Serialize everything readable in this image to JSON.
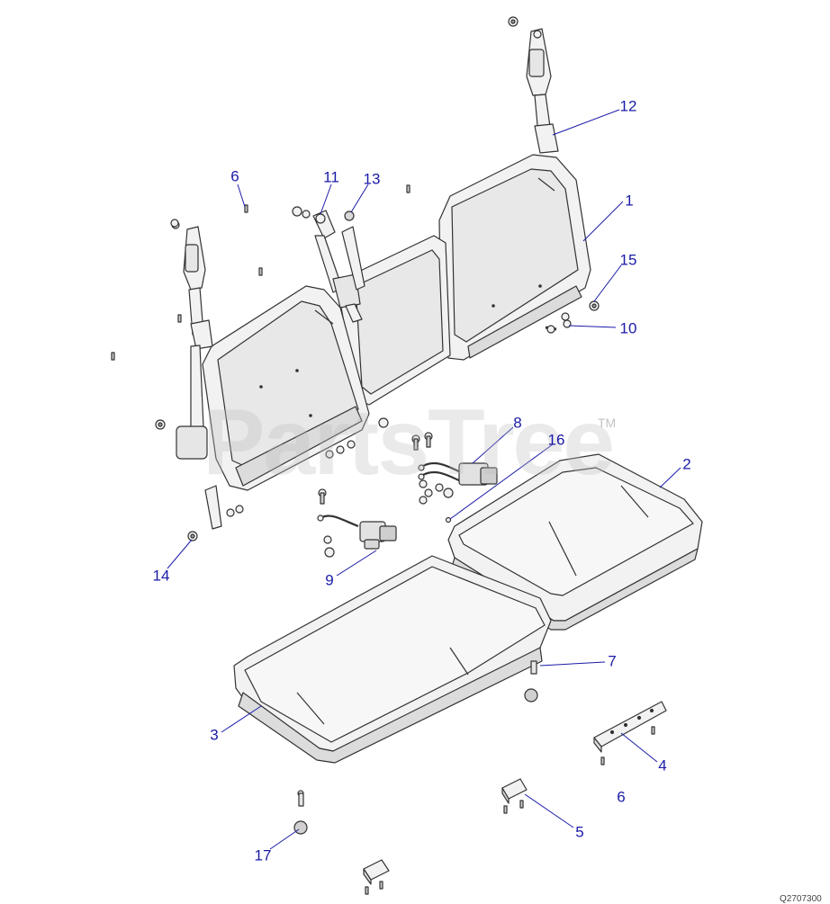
{
  "watermark": {
    "text": "PartsTree",
    "trademark": "TM"
  },
  "drawing_code": "Q2707300",
  "colors": {
    "callout": "#1a1aa8",
    "line": "#333333",
    "part_fill": "#f2f2f2",
    "shade": "#dcdcdc"
  },
  "callouts": [
    {
      "id": "c1",
      "number": "1"
    },
    {
      "id": "c2",
      "number": "2"
    },
    {
      "id": "c3",
      "number": "3"
    },
    {
      "id": "c4",
      "number": "4"
    },
    {
      "id": "c5",
      "number": "5"
    },
    {
      "id": "c6a",
      "number": "6"
    },
    {
      "id": "c6b",
      "number": "6"
    },
    {
      "id": "c7",
      "number": "7"
    },
    {
      "id": "c8",
      "number": "8"
    },
    {
      "id": "c9",
      "number": "9"
    },
    {
      "id": "c10",
      "number": "10"
    },
    {
      "id": "c11",
      "number": "11"
    },
    {
      "id": "c12",
      "number": "12"
    },
    {
      "id": "c13",
      "number": "13"
    },
    {
      "id": "c14",
      "number": "14"
    },
    {
      "id": "c15",
      "number": "15"
    },
    {
      "id": "c16",
      "number": "16"
    },
    {
      "id": "c17",
      "number": "17"
    }
  ]
}
